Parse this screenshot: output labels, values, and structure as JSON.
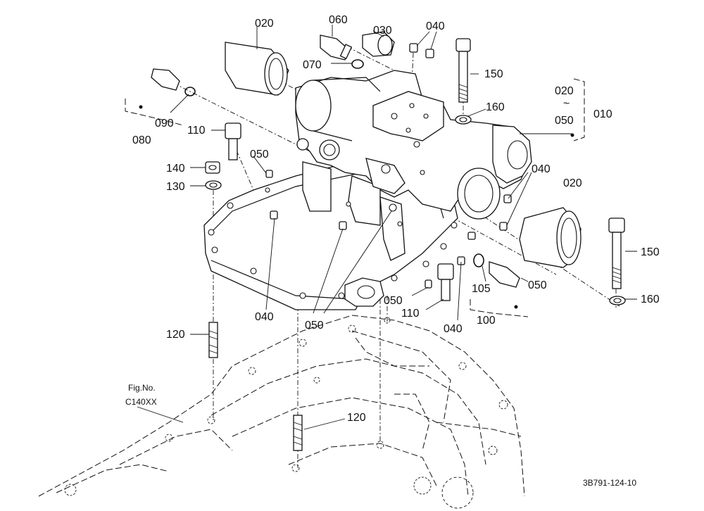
{
  "callouts": {
    "c020a": "020",
    "c060": "060",
    "c030": "030",
    "c040a": "040",
    "c070": "070",
    "c150a": "150",
    "c160a": "160",
    "c020b": "020",
    "c_tilde": "~",
    "c050r": "050",
    "c010": "010",
    "c090": "090",
    "c080": "080",
    "c110a": "110",
    "c050a": "050",
    "c140": "140",
    "c130": "130",
    "c040b": "040",
    "c020c": "020",
    "c150b": "150",
    "c160b": "160",
    "c105": "105",
    "c050b": "050",
    "c050c": "050",
    "c110b": "110",
    "c100": "100",
    "c040c": "040",
    "c040d": "040",
    "c050d": "050",
    "c120a": "120",
    "c120b": "120"
  },
  "fig_ref": {
    "line1": "Fig.No.",
    "line2": "C140XX"
  },
  "drawing_code": "3B791-124-10"
}
